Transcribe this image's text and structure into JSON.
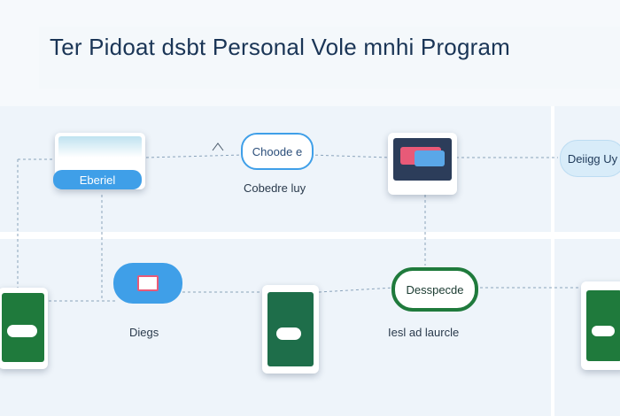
{
  "title": "Ter Pidoat dsbt Personal Vole mnhi Program",
  "nodes": {
    "top_left_bubble": "Eberiel",
    "top_bubble_2": "Choode e",
    "top_bubble_2_caption": "Cobedre luy",
    "top_right_bubble": "Deiigg Uy",
    "mid_left_caption": "Diegs",
    "mid_bubble_green": "Desspecde",
    "mid_caption_right": "Iesl ad laurcle"
  },
  "colors": {
    "accent_blue": "#3f9fe8",
    "accent_green": "#1f7a3c",
    "dark_navy": "#1a3556"
  }
}
